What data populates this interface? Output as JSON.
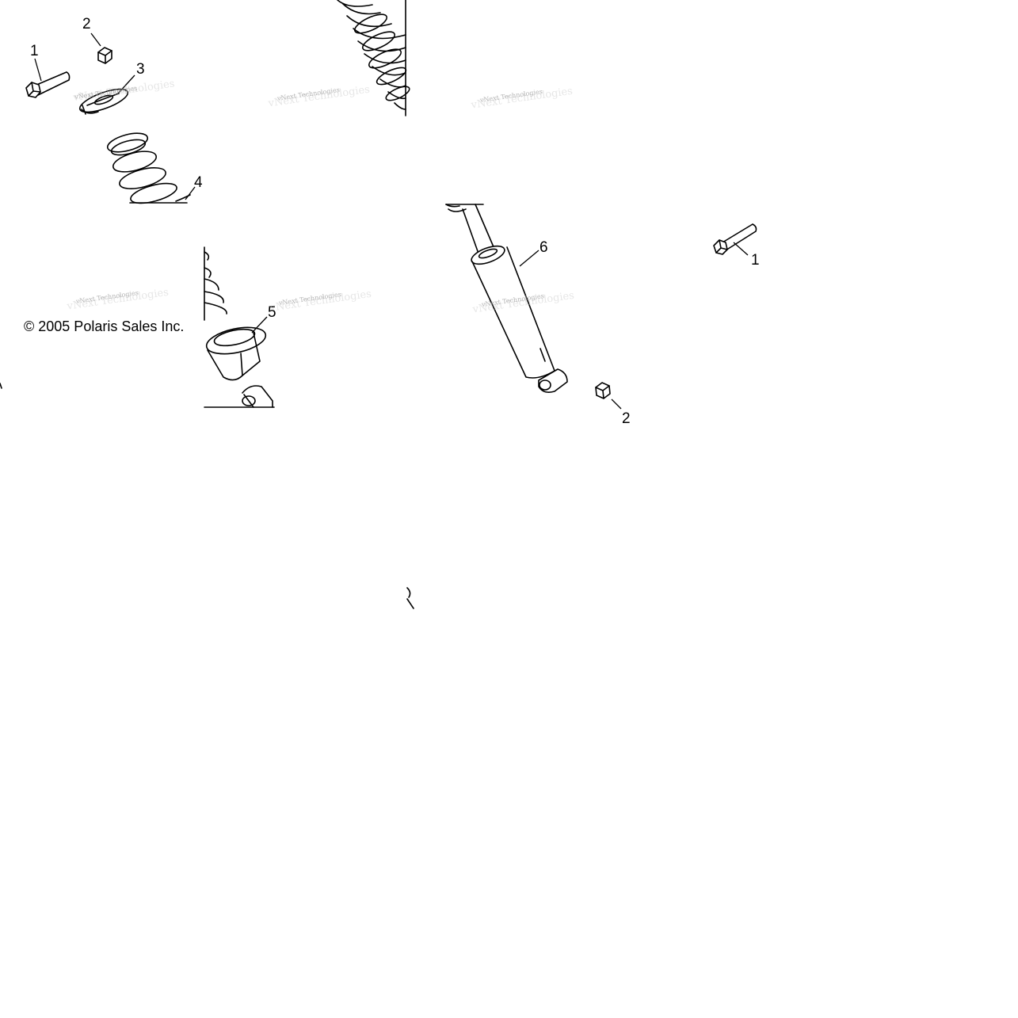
{
  "copyright": "© 2005 Polaris Sales Inc.",
  "watermark": "vNext Technologies",
  "callouts": [
    {
      "id": "bolt-a",
      "label": "1"
    },
    {
      "id": "nut-a",
      "label": "2"
    },
    {
      "id": "retainer",
      "label": "3"
    },
    {
      "id": "spring",
      "label": "4"
    },
    {
      "id": "spring-seat",
      "label": "5"
    },
    {
      "id": "shock-body",
      "label": "6"
    },
    {
      "id": "bolt-b",
      "label": "1"
    },
    {
      "id": "nut-b",
      "label": "2"
    }
  ]
}
